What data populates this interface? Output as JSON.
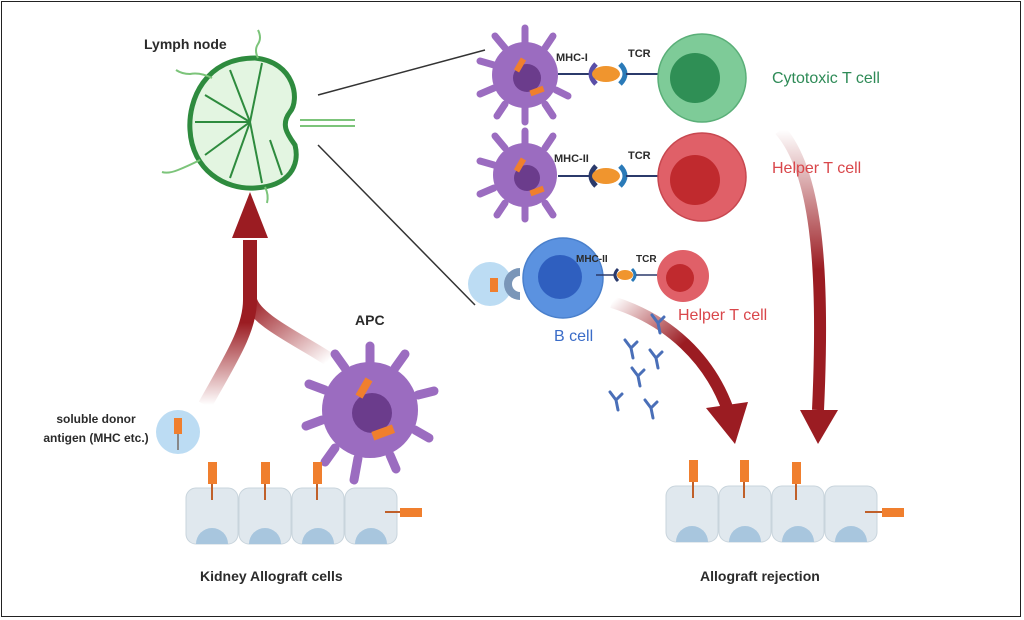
{
  "labels": {
    "lymph_node": "Lymph node",
    "mhc1": "MHC-I",
    "tcr1": "TCR",
    "cytotoxic": "Cytotoxic T cell",
    "mhc2": "MHC-II",
    "tcr2": "TCR",
    "helper1": "Helper T cell",
    "mhc2b": "MHC-II",
    "tcr3": "TCR",
    "helper2": "Helper T cell",
    "bcell": "B cell",
    "apc": "APC",
    "soluble": "soluble donor antigen (MHC etc.)",
    "kidney": "Kidney Allograft cells",
    "rejection": "Allograft rejection"
  },
  "colors": {
    "cytotoxic": "#2e8b57",
    "helper": "#d9474b",
    "bcell": "#3a6cc8",
    "apc": "#9b6cc0",
    "arrow": "#9b1c22",
    "antigen": "#f07f2e",
    "lymph": "#2e8b3e"
  }
}
